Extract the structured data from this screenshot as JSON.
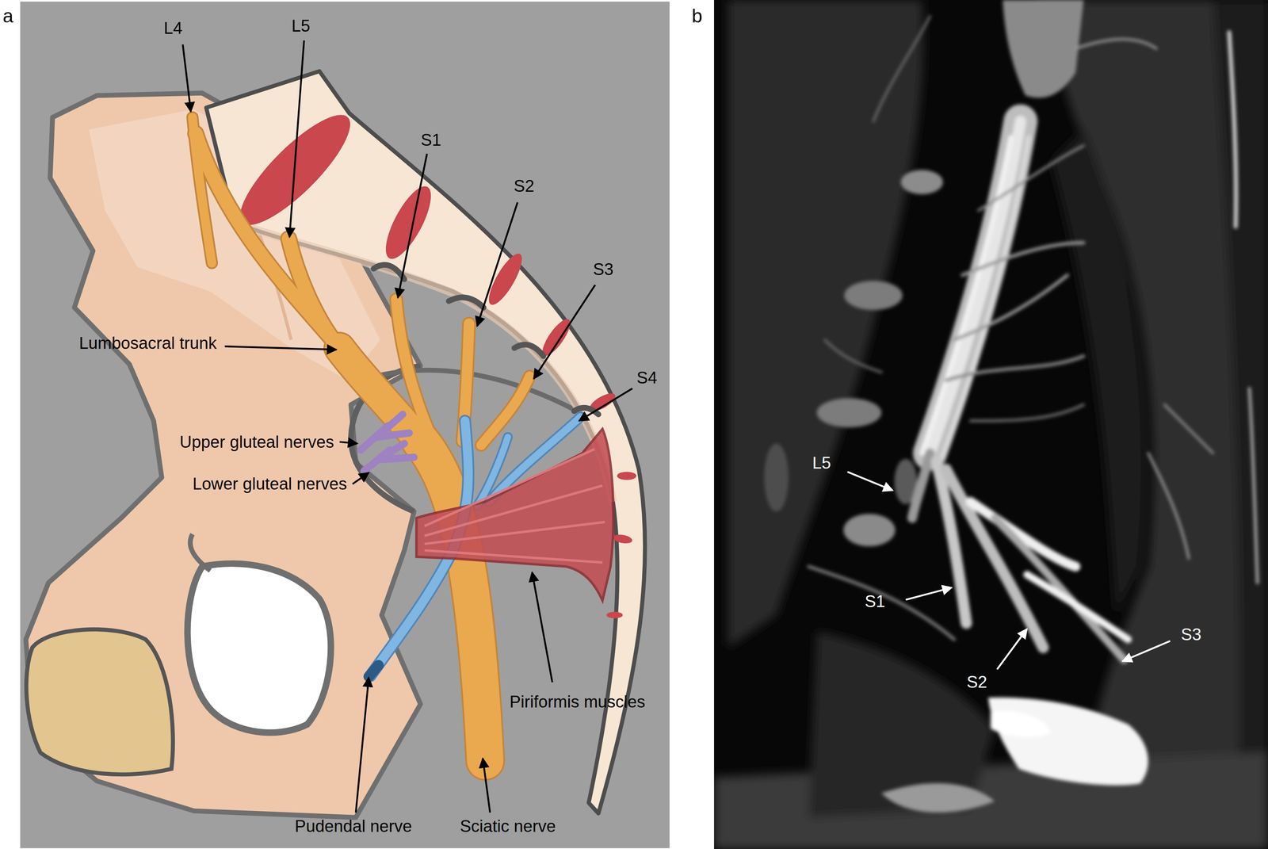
{
  "diagram": {
    "labels": [
      "a",
      "L4",
      "L5",
      "S1",
      "S2",
      "S3",
      "S4",
      "Lumbosacral trunk",
      "Upper gluteal nerves",
      "Lower gluteal nerves",
      "Pudendal nerve",
      "Sciatic nerve",
      "Piriformis muscles",
      "b",
      "L5",
      "S1",
      "S2",
      "S3"
    ]
  }
}
